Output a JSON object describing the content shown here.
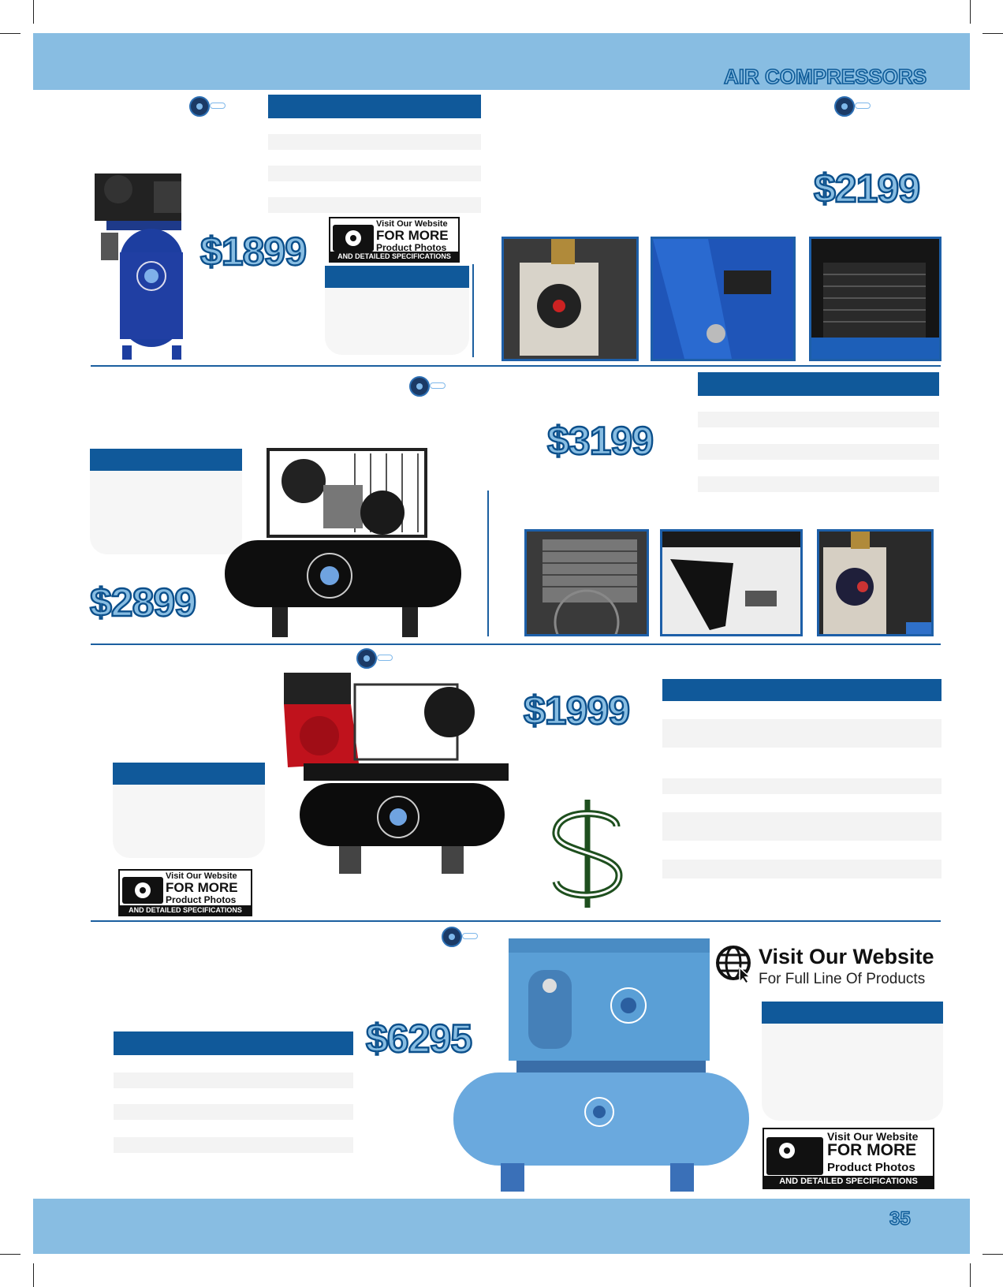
{
  "header": {
    "title": "AIR COMPRESSORS"
  },
  "footer": {
    "page_number": "35"
  },
  "products": [
    {
      "price": "$1899"
    },
    {
      "price": "$2199"
    },
    {
      "price": "$3199"
    },
    {
      "price": "$2899"
    },
    {
      "price": "$1999"
    },
    {
      "price": "$6295"
    }
  ],
  "visit_badge": {
    "line1": "Visit Our Website",
    "line2": "FOR MORE",
    "line3": "Product Photos",
    "line4": "AND DETAILED SPECIFICATIONS"
  },
  "website_callout": {
    "line1": "Visit Our Website",
    "line2": "For Full Line Of Products"
  },
  "icons": {
    "brand_logo": "atlas-air-force-logo-icon",
    "camera": "camera-icon",
    "globe": "globe-cursor-icon",
    "dollar": "dollar-sign-icon"
  },
  "colors": {
    "band": "#88bde2",
    "heading_bar": "#10599a",
    "price_outline": "#0b4f8b"
  }
}
